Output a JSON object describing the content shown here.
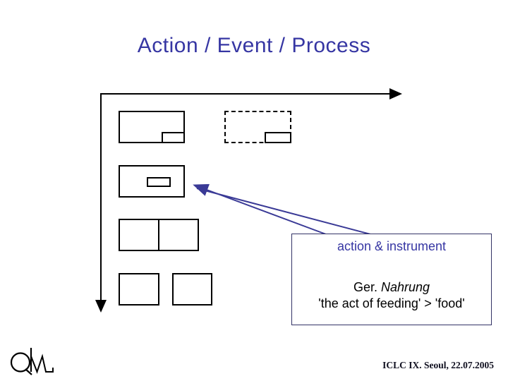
{
  "slide": {
    "title": "Action / Event / Process",
    "footer_credit": "ICLC IX. Seoul, 22.07.2005"
  },
  "callout": {
    "heading": "action & instrument",
    "example": {
      "lang_prefix": "Ger.",
      "lexeme": "Nahrung",
      "gloss": "'the act of feeding' > 'food'"
    }
  },
  "colors": {
    "title_blue": "#3636a3",
    "connector_navy": "#3a3a96",
    "callout_border": "#333366",
    "shape_outline": "#000000"
  },
  "icons": {
    "logo": "qm-monogram-logo",
    "right_arrow": "right-arrow-icon",
    "down_arrow": "down-arrow-icon"
  }
}
